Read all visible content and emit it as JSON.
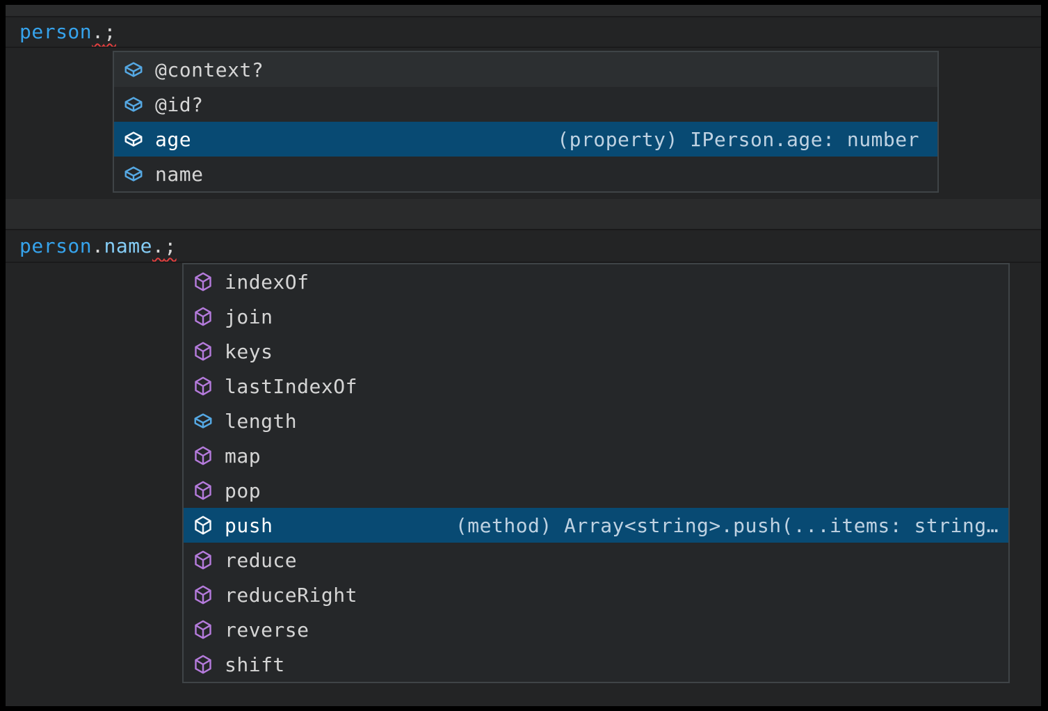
{
  "colors": {
    "outer_frame": "#000000",
    "editor_background": "#232425",
    "line_highlight_band": "#2A2B2C",
    "popup_background": "#252729",
    "popup_border": "#3F4447",
    "selected_row_background": "#084A73",
    "item_label": "#D5D5D5",
    "selected_label": "#FFFFFF",
    "detail_text": "#BFD2E2",
    "field_icon": "#55A8E3",
    "method_icon": "#B57BDC",
    "selected_icon": "#F4F7FA",
    "code_variable": "#36A3EC",
    "code_property": "#85CDF6",
    "code_punctuation": "#D6D6D6",
    "error_squiggle": "#E23F3F"
  },
  "editor": {
    "line1_tokens": [
      {
        "text": "person",
        "style": "variable"
      },
      {
        "text": ".",
        "style": "punctuation",
        "error": true
      },
      {
        "text": ";",
        "style": "punctuation",
        "error": true
      }
    ],
    "line2_tokens": [
      {
        "text": "person",
        "style": "variable"
      },
      {
        "text": ".",
        "style": "punctuation"
      },
      {
        "text": "name",
        "style": "property"
      },
      {
        "text": ".",
        "style": "punctuation",
        "error": true
      },
      {
        "text": ";",
        "style": "punctuation",
        "error": true
      }
    ]
  },
  "suggest_person": {
    "items": [
      {
        "label": "@context?",
        "kind": "field",
        "selected": false,
        "detail": ""
      },
      {
        "label": "@id?",
        "kind": "field",
        "selected": false,
        "detail": ""
      },
      {
        "label": "age",
        "kind": "field",
        "selected": true,
        "detail": "(property) IPerson.age: number"
      },
      {
        "label": "name",
        "kind": "field",
        "selected": false,
        "detail": ""
      }
    ]
  },
  "suggest_person_name": {
    "items": [
      {
        "label": "indexOf",
        "kind": "method",
        "selected": false,
        "detail": ""
      },
      {
        "label": "join",
        "kind": "method",
        "selected": false,
        "detail": ""
      },
      {
        "label": "keys",
        "kind": "method",
        "selected": false,
        "detail": ""
      },
      {
        "label": "lastIndexOf",
        "kind": "method",
        "selected": false,
        "detail": ""
      },
      {
        "label": "length",
        "kind": "field",
        "selected": false,
        "detail": ""
      },
      {
        "label": "map",
        "kind": "method",
        "selected": false,
        "detail": ""
      },
      {
        "label": "pop",
        "kind": "method",
        "selected": false,
        "detail": ""
      },
      {
        "label": "push",
        "kind": "method",
        "selected": true,
        "detail": "(method) Array<string>.push(...items: string…"
      },
      {
        "label": "reduce",
        "kind": "method",
        "selected": false,
        "detail": ""
      },
      {
        "label": "reduceRight",
        "kind": "method",
        "selected": false,
        "detail": ""
      },
      {
        "label": "reverse",
        "kind": "method",
        "selected": false,
        "detail": ""
      },
      {
        "label": "shift",
        "kind": "method",
        "selected": false,
        "detail": ""
      }
    ]
  }
}
